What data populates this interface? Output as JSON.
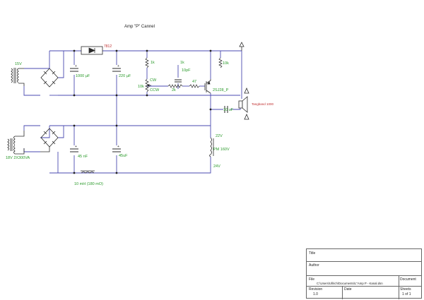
{
  "title": "Amp \"P\" Cannel",
  "components": {
    "transformer1_label": "15V",
    "transformer2_label": "18V 2X300VA",
    "regulator_label": "7812",
    "cap_1000": "1000 µF",
    "cap_220": "220 µF",
    "pot_1k": "1k",
    "pot_10k": "10k",
    "pot_cw1": "CW",
    "pot_ccw": "CCW",
    "res_10k": "10k",
    "res_47": "47",
    "cap_10pf": "10pF",
    "res_2k": "2k",
    "res_1k_top": "1k",
    "transistor": "2SJ28_P",
    "cap_10uf": "10 uF",
    "speaker": "Tangband 1000",
    "v22": "22V",
    "inductor": "PM 160V",
    "v24": "24V",
    "cap_45nf": "45 nF",
    "cap_45uf": "45uF",
    "choke": "10 mH (180 mO)"
  },
  "titleblock": {
    "title_label": "Title",
    "author_label": "Author",
    "file_label": "File",
    "file_value": "C:\\Users\\Ullrich\\Documents\\L\"Amp P - Kanal.dsn",
    "document_label": "Document",
    "revision_label": "Revision",
    "revision_value": "1.0",
    "date_label": "Date",
    "sheets_label": "Sheets",
    "sheets_value": "1 of 1"
  },
  "colors": {
    "wire": "#4a4ab0",
    "component": "#2a2a2a",
    "label_green": "#2a9a2a",
    "label_red": "#c03030",
    "junction": "#222222"
  }
}
